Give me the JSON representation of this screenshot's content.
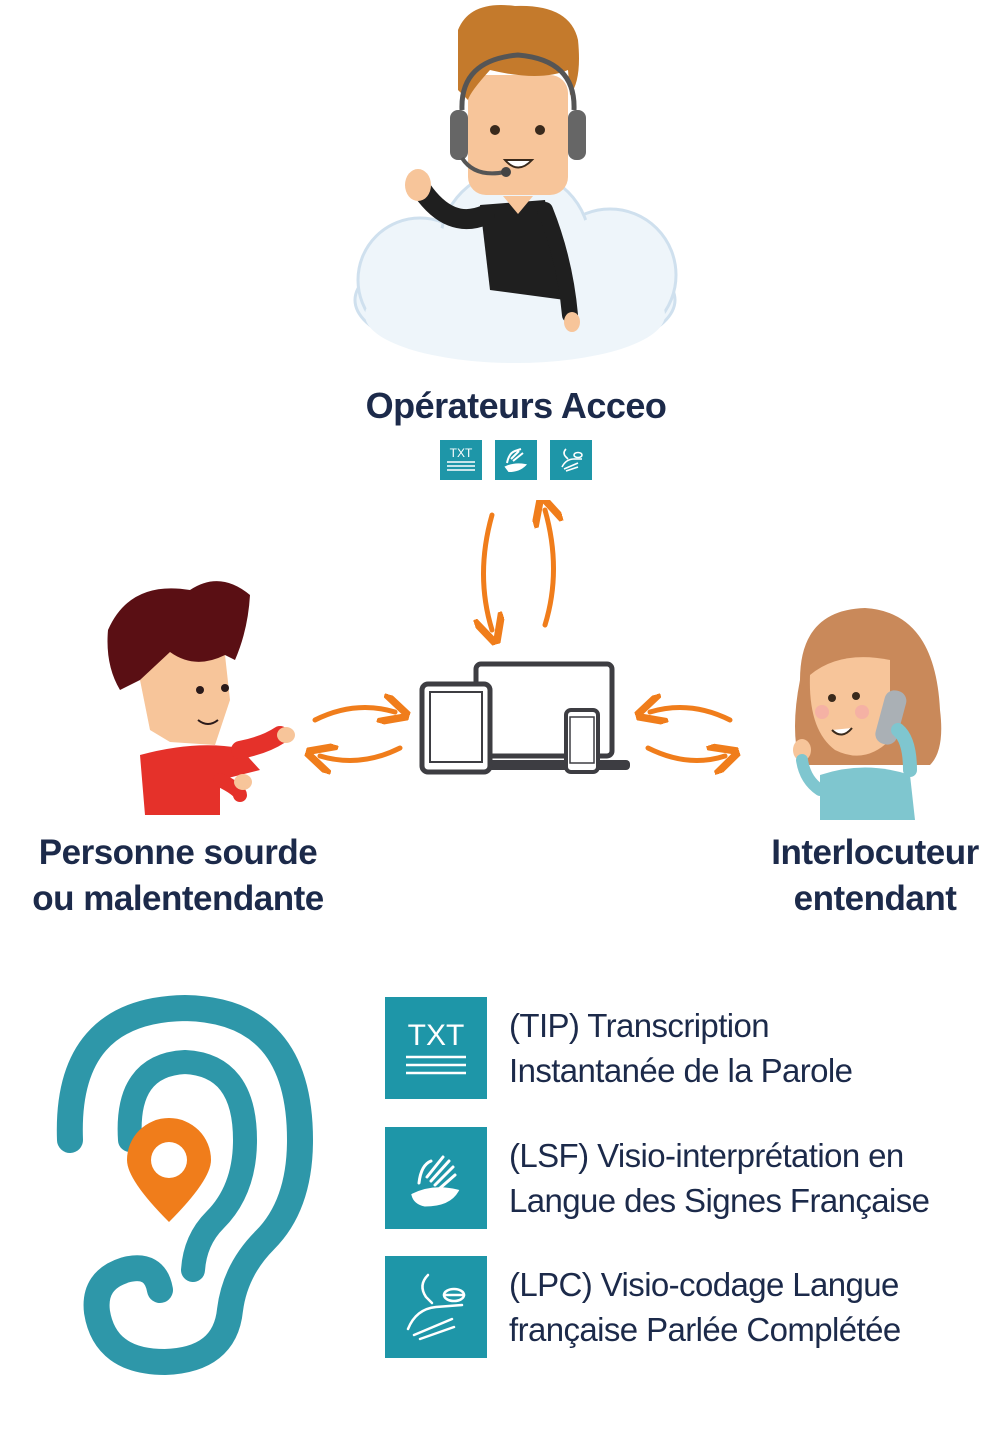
{
  "operators": {
    "label": "Opérateurs Acceo",
    "services": [
      {
        "icon": "txt-icon",
        "text": "TXT"
      },
      {
        "icon": "sign-hands-icon"
      },
      {
        "icon": "cued-speech-icon"
      }
    ]
  },
  "deaf_person": {
    "line1": "Personne sourde",
    "line2": "ou malentendante"
  },
  "hearing_person": {
    "line1": "Interlocuteur",
    "line2": "entendant"
  },
  "legend": [
    {
      "icon": "txt-icon",
      "icon_text": "TXT",
      "line1": "(TIP) Transcription",
      "line2": "Instantanée de la Parole"
    },
    {
      "icon": "sign-hands-icon",
      "line1": "(LSF) Visio-interprétation en",
      "line2": "Langue des Signes Française"
    },
    {
      "icon": "cued-speech-icon",
      "line1": "(LPC) Visio-codage Langue",
      "line2": "française Parlée Complétée"
    }
  ],
  "colors": {
    "teal": "#1e96a8",
    "orange": "#f07d1b",
    "navy": "#1c2a4a",
    "device": "#3d3d42"
  }
}
